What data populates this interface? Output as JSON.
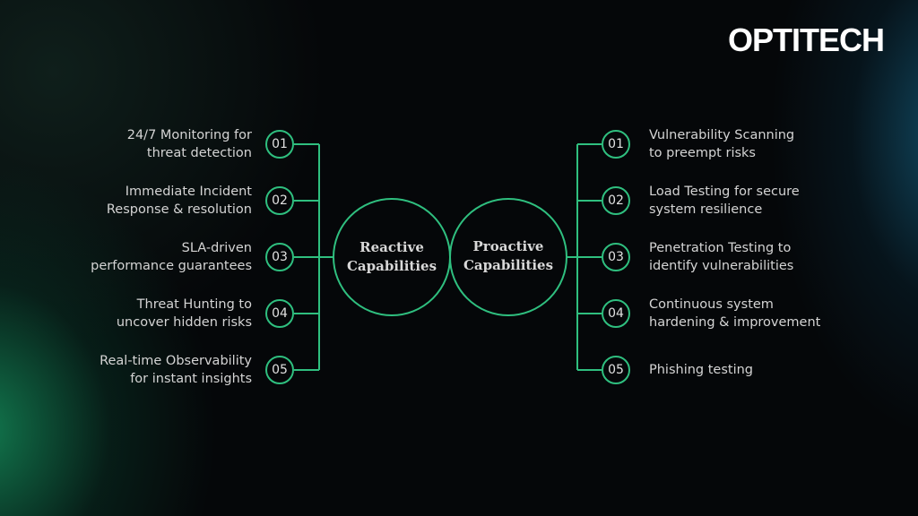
{
  "brand": {
    "logo": "OPTITECH",
    "accent_color": "#2fbf7f"
  },
  "reactive": {
    "title": [
      "Reactive",
      "Capabilities"
    ],
    "items": [
      {
        "num": "01",
        "lines": [
          "24/7 Monitoring for",
          "threat detection"
        ]
      },
      {
        "num": "02",
        "lines": [
          "Immediate Incident",
          "Response & resolution"
        ]
      },
      {
        "num": "03",
        "lines": [
          "SLA-driven",
          "performance guarantees"
        ]
      },
      {
        "num": "04",
        "lines": [
          "Threat Hunting to",
          "uncover hidden risks"
        ]
      },
      {
        "num": "05",
        "lines": [
          "Real-time Observability",
          "for instant insights"
        ]
      }
    ]
  },
  "proactive": {
    "title": [
      "Proactive",
      "Capabilities"
    ],
    "items": [
      {
        "num": "01",
        "lines": [
          "Vulnerability Scanning",
          "to preempt risks"
        ]
      },
      {
        "num": "02",
        "lines": [
          "Load Testing for secure",
          "system resilience"
        ]
      },
      {
        "num": "03",
        "lines": [
          "Penetration Testing to",
          "identify vulnerabilities"
        ]
      },
      {
        "num": "04",
        "lines": [
          "Continuous system",
          "hardening & improvement"
        ]
      },
      {
        "num": "05",
        "lines": [
          "Phishing testing"
        ]
      }
    ]
  }
}
